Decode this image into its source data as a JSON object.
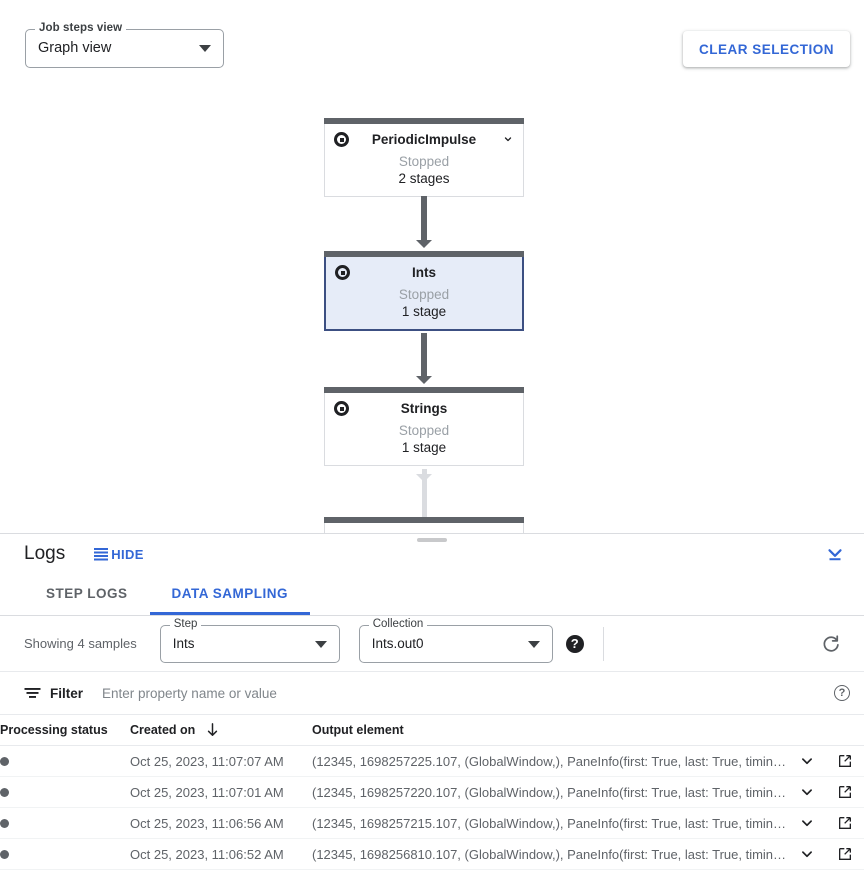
{
  "graph_toolbar": {
    "view_select_label": "Job steps view",
    "view_select_value": "Graph view",
    "clear_selection_label": "CLEAR SELECTION"
  },
  "graph": {
    "nodes": [
      {
        "name": "PeriodicImpulse",
        "status": "Stopped",
        "stages": "2 stages",
        "selected": false,
        "has_chevron": true
      },
      {
        "name": "Ints",
        "status": "Stopped",
        "stages": "1 stage",
        "selected": true,
        "has_chevron": false
      },
      {
        "name": "Strings",
        "status": "Stopped",
        "stages": "1 stage",
        "selected": false,
        "has_chevron": false
      }
    ]
  },
  "logs": {
    "title": "Logs",
    "hide_label": "HIDE",
    "tabs": [
      {
        "label": "STEP LOGS",
        "active": false
      },
      {
        "label": "DATA SAMPLING",
        "active": true
      }
    ]
  },
  "sampling_controls": {
    "showing_text": "Showing 4 samples",
    "step_label": "Step",
    "step_value": "Ints",
    "collection_label": "Collection",
    "collection_value": "Ints.out0",
    "help_glyph": "?"
  },
  "filter": {
    "label": "Filter",
    "placeholder": "Enter property name or value",
    "help_glyph": "?"
  },
  "table": {
    "columns": [
      "Processing status",
      "Created on",
      "Output element"
    ],
    "rows": [
      {
        "created_on": "Oct 25, 2023, 11:07:07 AM",
        "output_element": "(12345, 1698257225.107, (GlobalWindow,), PaneInfo(first: True, last: True, timing…"
      },
      {
        "created_on": "Oct 25, 2023, 11:07:01 AM",
        "output_element": "(12345, 1698257220.107, (GlobalWindow,), PaneInfo(first: True, last: True, timing…"
      },
      {
        "created_on": "Oct 25, 2023, 11:06:56 AM",
        "output_element": "(12345, 1698257215.107, (GlobalWindow,), PaneInfo(first: True, last: True, timing…"
      },
      {
        "created_on": "Oct 25, 2023, 11:06:52 AM",
        "output_element": "(12345, 1698256810.107, (GlobalWindow,), PaneInfo(first: True, last: True, timing…"
      }
    ]
  },
  "colors": {
    "accent_blue": "#3367d6",
    "node_bar": "#5f6368",
    "selected_node_fill": "#e6ecf8",
    "selected_node_border": "#3c4f82"
  }
}
